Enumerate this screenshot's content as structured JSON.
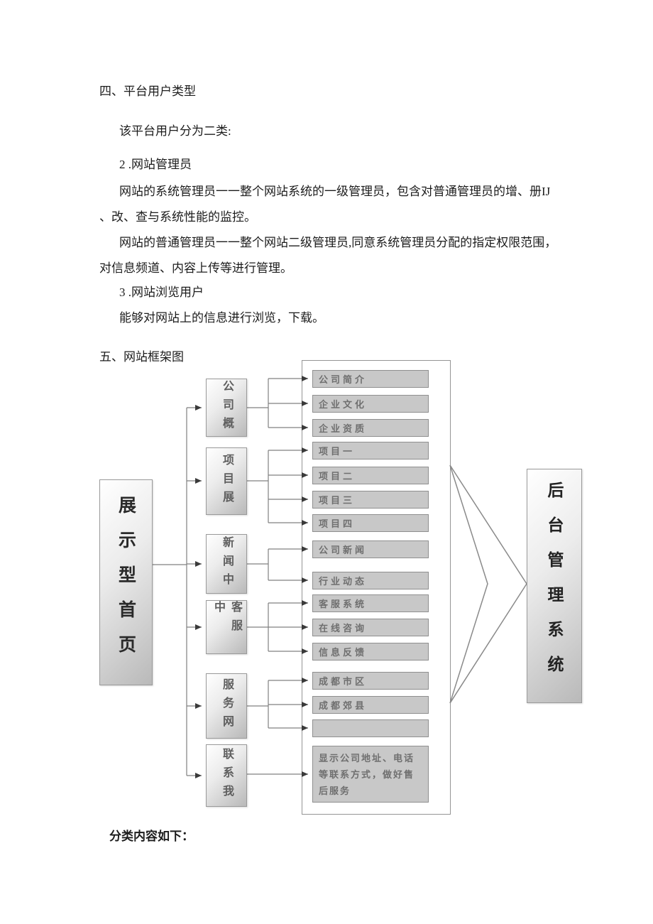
{
  "document": {
    "section4_heading": "四、平台用户类型",
    "intro": "该平台用户分为二类:",
    "item2_title": "2 .网站管理员",
    "item2_para1": "网站的系统管理员一一整个网站系统的一级管理员，包含对普通管理员的增、册IJ 、改、查与系统性能的监控。",
    "item2_para2": "网站的普通管理员一一整个网站二级管理员,同意系统管理员分配的指定权限范围， 对信息频道、内容上传等进行管理。",
    "item3_title": "3 .网站浏览用户",
    "item3_para": "能够对网站上的信息进行浏览，下载。",
    "section5_heading": "五、网站框架图",
    "closing": "分类内容如下："
  },
  "diagram": {
    "root_label": "展示型首页",
    "backend_label": "后台管理系统",
    "categories": [
      "公司概",
      "项目展",
      "新闻中",
      "客服中",
      "服务网",
      "联系我"
    ],
    "leaves": [
      "公司简介",
      "企业文化",
      "企业资质",
      "项目一",
      "项目二",
      "项目三",
      "项目四",
      "公司新闻",
      "行业动态",
      "客服系统",
      "在线咨询",
      "信息反馈",
      "成都市区",
      "成都郊县",
      "",
      "显示公司地址、电话等联系方式，做好售后服务"
    ]
  },
  "colors": {
    "line": "#808080",
    "arrowhead": "#3a3a3a",
    "leaf_fill": "#c8c8c8",
    "box_border": "#9a9a9a"
  }
}
